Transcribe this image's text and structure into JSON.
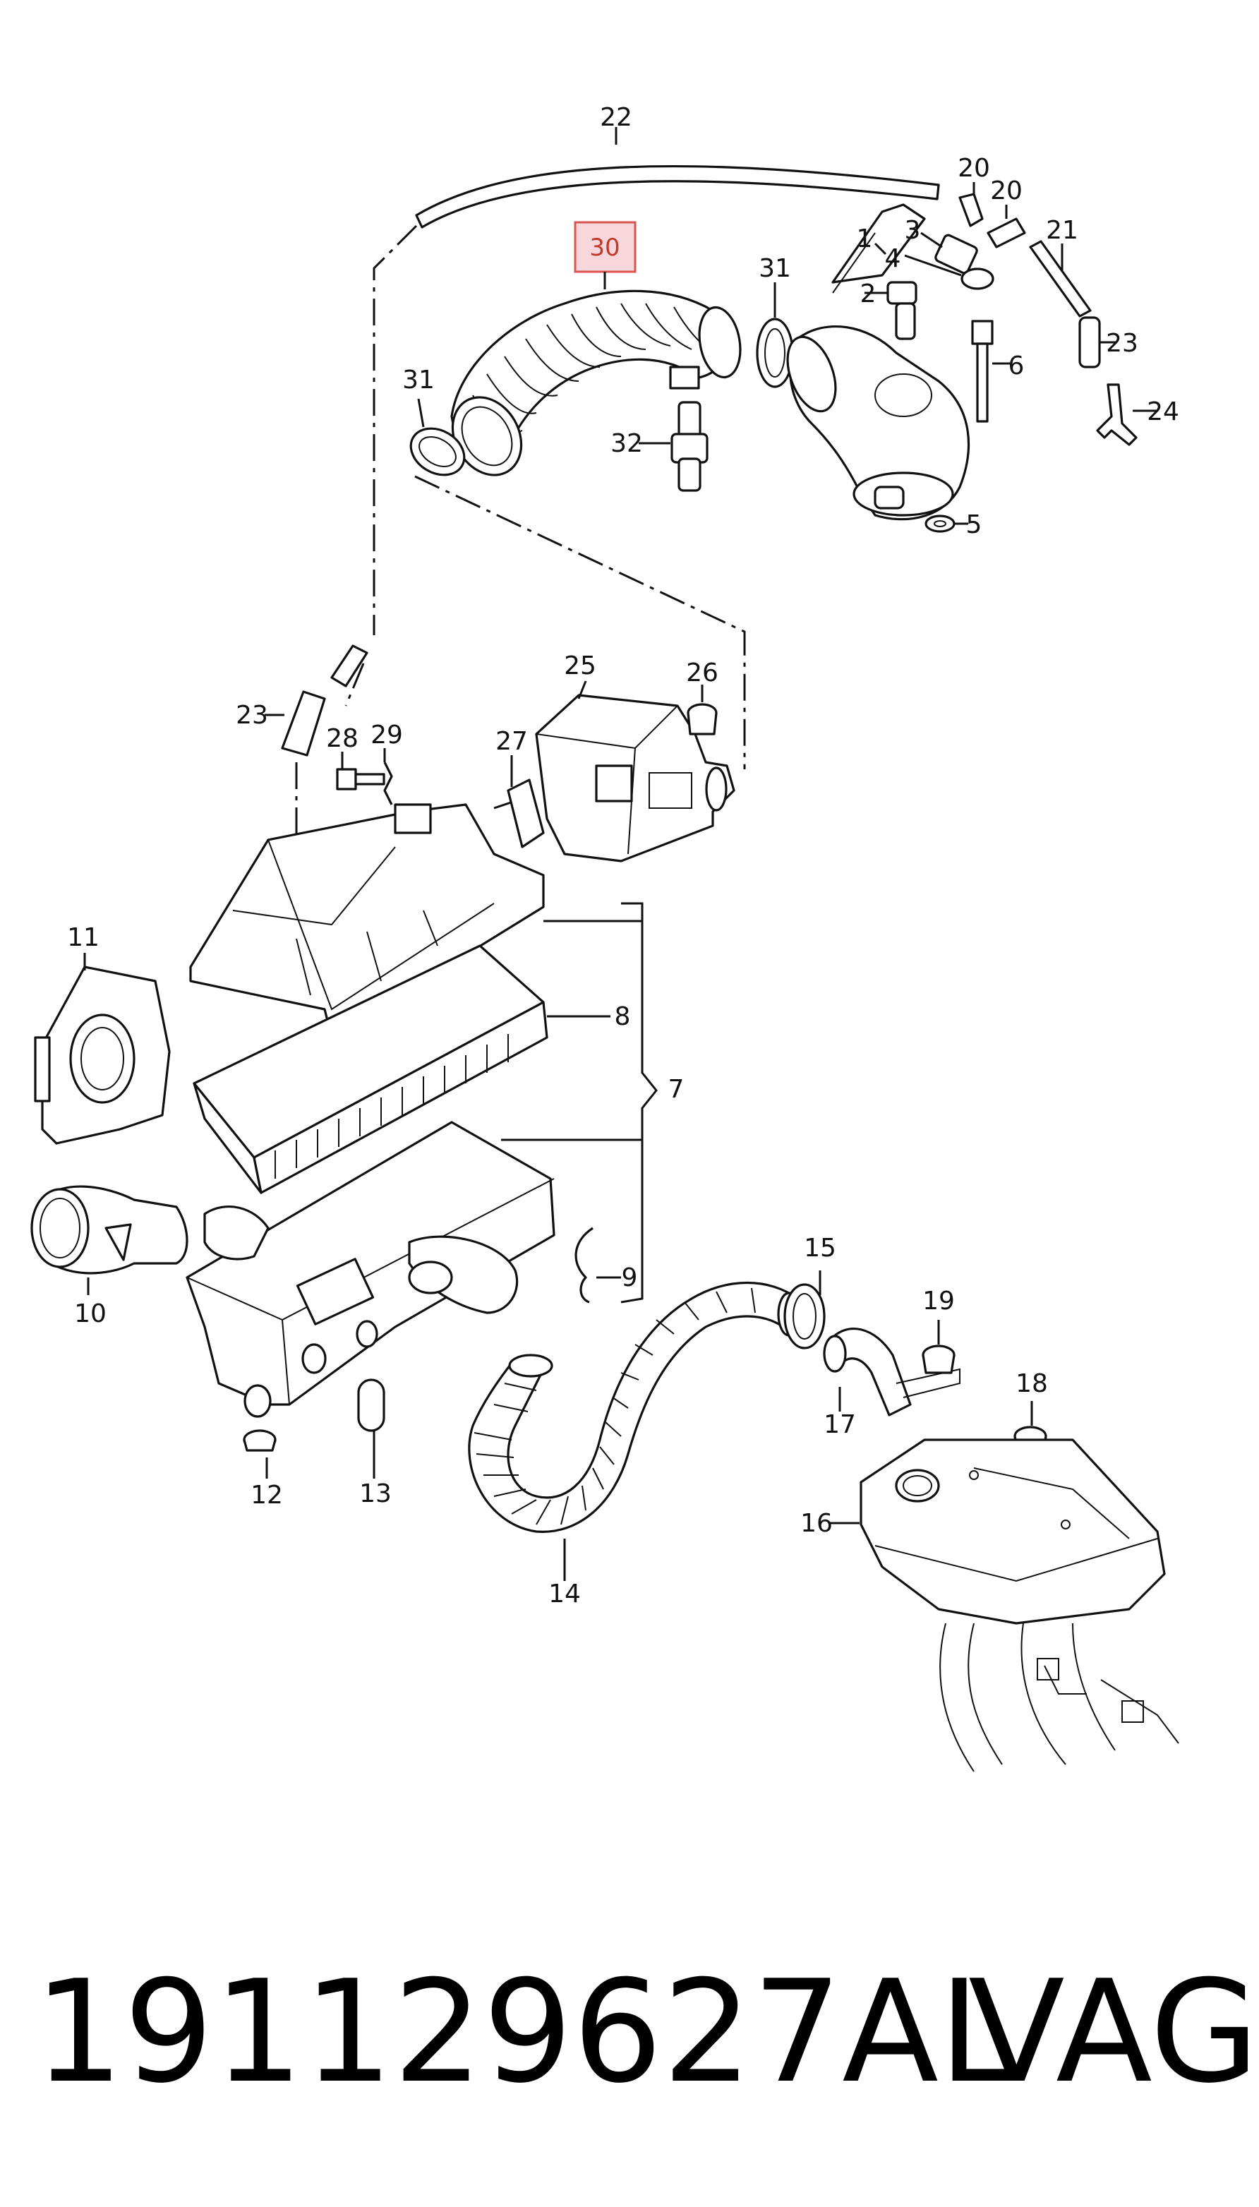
{
  "diagram": {
    "highlighted_callout": "30",
    "callouts": [
      {
        "id": "c22",
        "text": "22"
      },
      {
        "id": "c20a",
        "text": "20"
      },
      {
        "id": "c20b",
        "text": "20"
      },
      {
        "id": "c21",
        "text": "21"
      },
      {
        "id": "c1",
        "text": "1"
      },
      {
        "id": "c3",
        "text": "3"
      },
      {
        "id": "c4",
        "text": "4"
      },
      {
        "id": "c2",
        "text": "2"
      },
      {
        "id": "c6",
        "text": "6"
      },
      {
        "id": "c23a",
        "text": "23"
      },
      {
        "id": "c24",
        "text": "24"
      },
      {
        "id": "c5",
        "text": "5"
      },
      {
        "id": "c30",
        "text": "30"
      },
      {
        "id": "c31a",
        "text": "31"
      },
      {
        "id": "c31b",
        "text": "31"
      },
      {
        "id": "c32",
        "text": "32"
      },
      {
        "id": "c25",
        "text": "25"
      },
      {
        "id": "c26",
        "text": "26"
      },
      {
        "id": "c23b",
        "text": "23"
      },
      {
        "id": "c28",
        "text": "28"
      },
      {
        "id": "c29",
        "text": "29"
      },
      {
        "id": "c27",
        "text": "27"
      },
      {
        "id": "c11",
        "text": "11"
      },
      {
        "id": "c8",
        "text": "8"
      },
      {
        "id": "c7",
        "text": "7"
      },
      {
        "id": "c10",
        "text": "10"
      },
      {
        "id": "c9",
        "text": "9"
      },
      {
        "id": "c15",
        "text": "15"
      },
      {
        "id": "c19",
        "text": "19"
      },
      {
        "id": "c18",
        "text": "18"
      },
      {
        "id": "c17",
        "text": "17"
      },
      {
        "id": "c16",
        "text": "16"
      },
      {
        "id": "c12",
        "text": "12"
      },
      {
        "id": "c13",
        "text": "13"
      },
      {
        "id": "c14",
        "text": "14"
      }
    ]
  },
  "footer": {
    "part_number": "191129627AL",
    "brand": "VAG"
  }
}
